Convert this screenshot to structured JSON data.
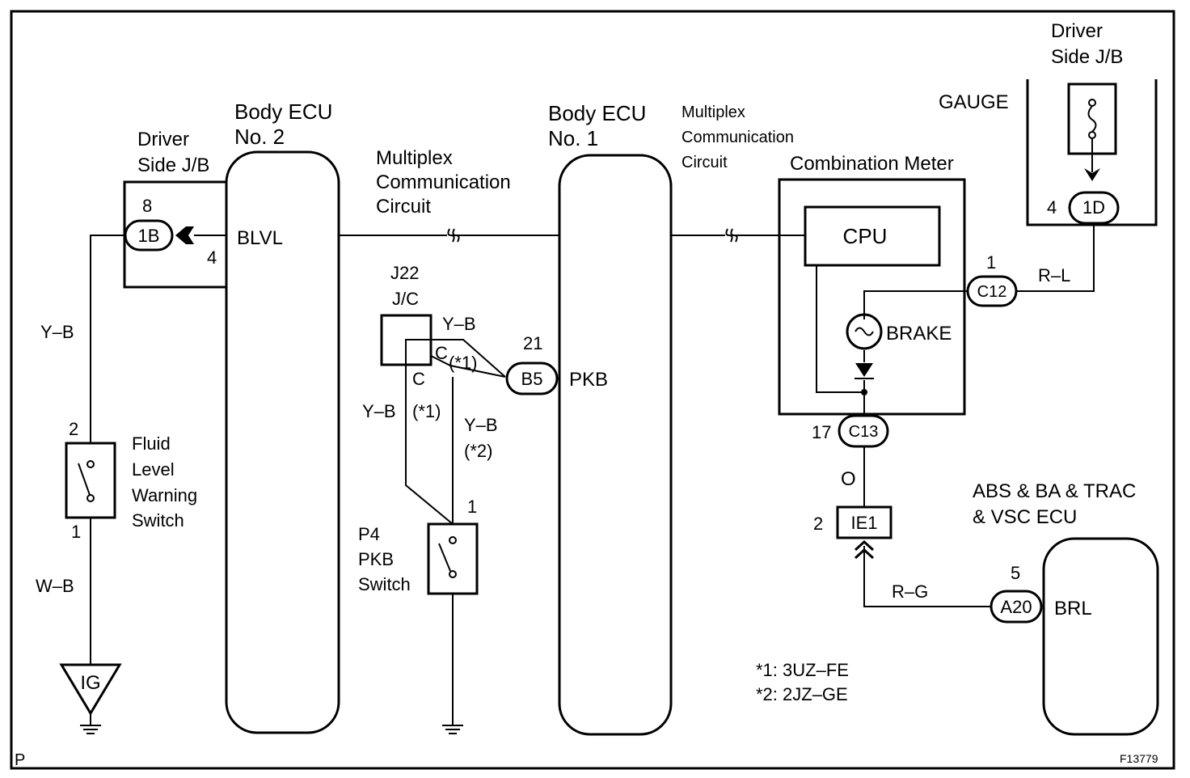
{
  "labels": {
    "driver_sj_left_1": "Driver",
    "driver_sj_left_2": "Side J/B",
    "driver_sj_right_1": "Driver",
    "driver_sj_right_2": "Side J/B",
    "body_ecu2_1": "Body  ECU",
    "body_ecu2_2": "No. 2",
    "body_ecu1_1": "Body  ECU",
    "body_ecu1_2": "No. 1",
    "mux_left_1": "Multiplex",
    "mux_left_2": "Communication",
    "mux_left_3": "Circuit",
    "mux_right_1": "Multiplex",
    "mux_right_2": "Communication",
    "mux_right_3": "Circuit",
    "combination_meter": "Combination Meter",
    "gauge": "GAUGE",
    "cpu": "CPU",
    "brake": "BRAKE",
    "blvl": "BLVL",
    "pkb": "PKB",
    "brl": "BRL",
    "j22": "J22",
    "jc": "J/C",
    "p4": "P4",
    "pkb_sw": "PKB",
    "switch": "Switch",
    "fluid_1": "Fluid",
    "fluid_2": "Level",
    "fluid_3": "Warning",
    "fluid_4": "Switch",
    "abs_1": "ABS & BA & TRAC",
    "abs_2": "& VSC ECU",
    "note_1": "*1: 3UZ–FE",
    "note_2": "*2: 2JZ–GE",
    "corner_p": "P",
    "figure_id": "F13779"
  },
  "connectors": {
    "c1b": "1B",
    "c1d": "1D",
    "cb5": "B5",
    "cc12": "C12",
    "cc13": "C13",
    "cie1": "IE1",
    "ca20": "A20",
    "cig": "IG"
  },
  "pins": {
    "p8": "8",
    "p4_blvl": "4",
    "p4_1d": "4",
    "p21": "21",
    "p1_c12": "1",
    "p17": "17",
    "p2_ie1": "2",
    "p5": "5",
    "p2_fl": "2",
    "p1_fl": "1",
    "p1_pkb": "1"
  },
  "wires": {
    "yb_left": "Y–B",
    "wb": "W–B",
    "yb_top": "Y–B",
    "c_top": "C",
    "star1_top": "(*1)",
    "c_mid": "C",
    "yb_mid_left": "Y–B",
    "star1_mid": "(*1)",
    "yb_mid_right": "Y–B",
    "star2_mid": "(*2)",
    "rl": "R–L",
    "o": "O",
    "rg": "R–G"
  }
}
